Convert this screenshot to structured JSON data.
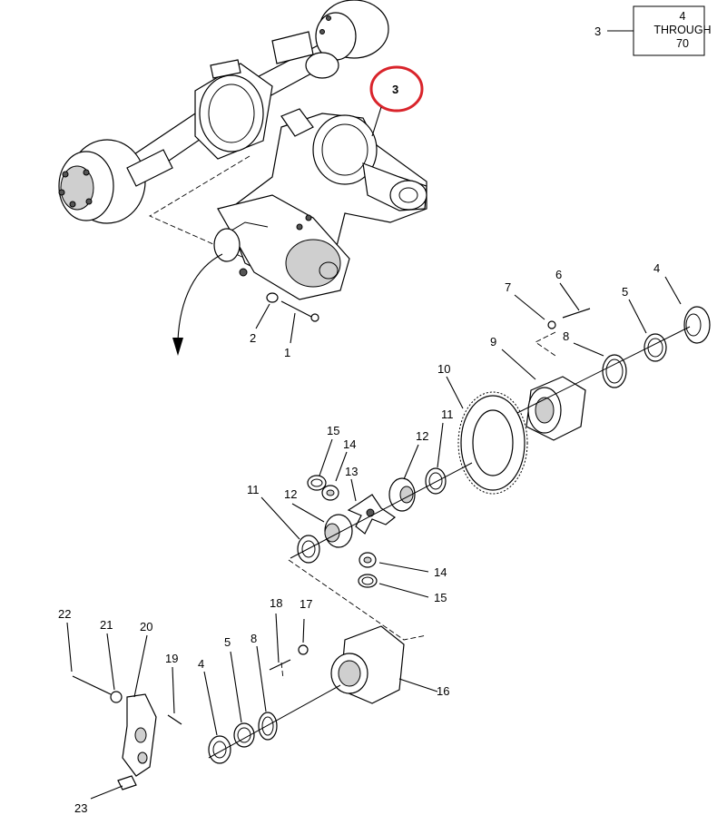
{
  "ref_box": {
    "callout": "3",
    "line1": "4",
    "line2": "THROUGH",
    "line3": "70"
  },
  "circled_callout": "3",
  "circle_color": "#d9242b",
  "callouts": {
    "c1": "1",
    "c2": "2",
    "c4a": "4",
    "c4b": "4",
    "c5a": "5",
    "c5b": "5",
    "c6": "6",
    "c7": "7",
    "c8a": "8",
    "c8b": "8",
    "c9": "9",
    "c10": "10",
    "c11a": "11",
    "c11b": "11",
    "c12a": "12",
    "c12b": "12",
    "c13": "13",
    "c14a": "14",
    "c14b": "14",
    "c15a": "15",
    "c15b": "15",
    "c16": "16",
    "c17": "17",
    "c18": "18",
    "c19": "19",
    "c20": "20",
    "c21": "21",
    "c22": "22",
    "c23": "23"
  },
  "icons": [
    "axle-assembly",
    "differential-carrier",
    "bevel-gear",
    "pinion-gear",
    "bearing",
    "washer",
    "bolt"
  ]
}
